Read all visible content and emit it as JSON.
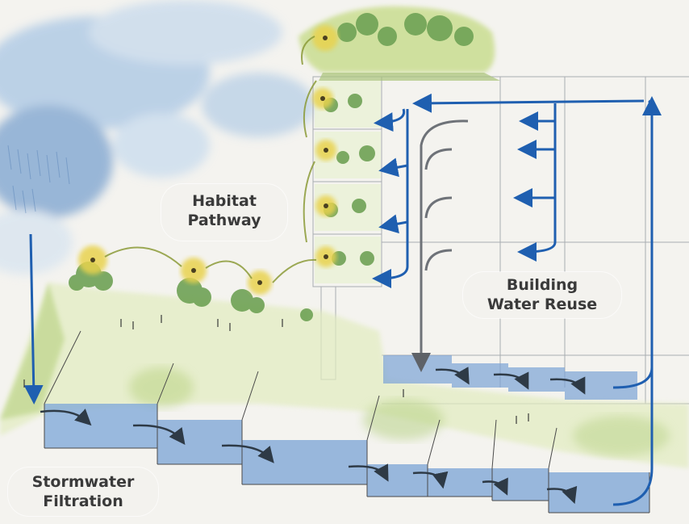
{
  "labels": {
    "habitat": {
      "line1": "Habitat",
      "line2": "Pathway"
    },
    "building": {
      "line1": "Building",
      "line2": "Water Reuse"
    },
    "stormwater": {
      "line1": "Stormwater",
      "line2": "Filtration"
    }
  },
  "colors": {
    "paper": "#f4f3ef",
    "sky_wash": "#8fb4d8",
    "water_blue": "#6f9fd4",
    "arrow_blue": "#1f5fb0",
    "arrow_gray": "#6e7278",
    "vegetation_green": "#8fb86a",
    "tree_green": "#5f9a4e",
    "pollinator_yellow": "#e6d24a",
    "ink": "#2e2e2e",
    "label_text": "#3a3a3a"
  },
  "icons": {
    "arrow_style": "hand-drawn-watercolor-arrow",
    "pollinator": "bee-flower-icon"
  }
}
